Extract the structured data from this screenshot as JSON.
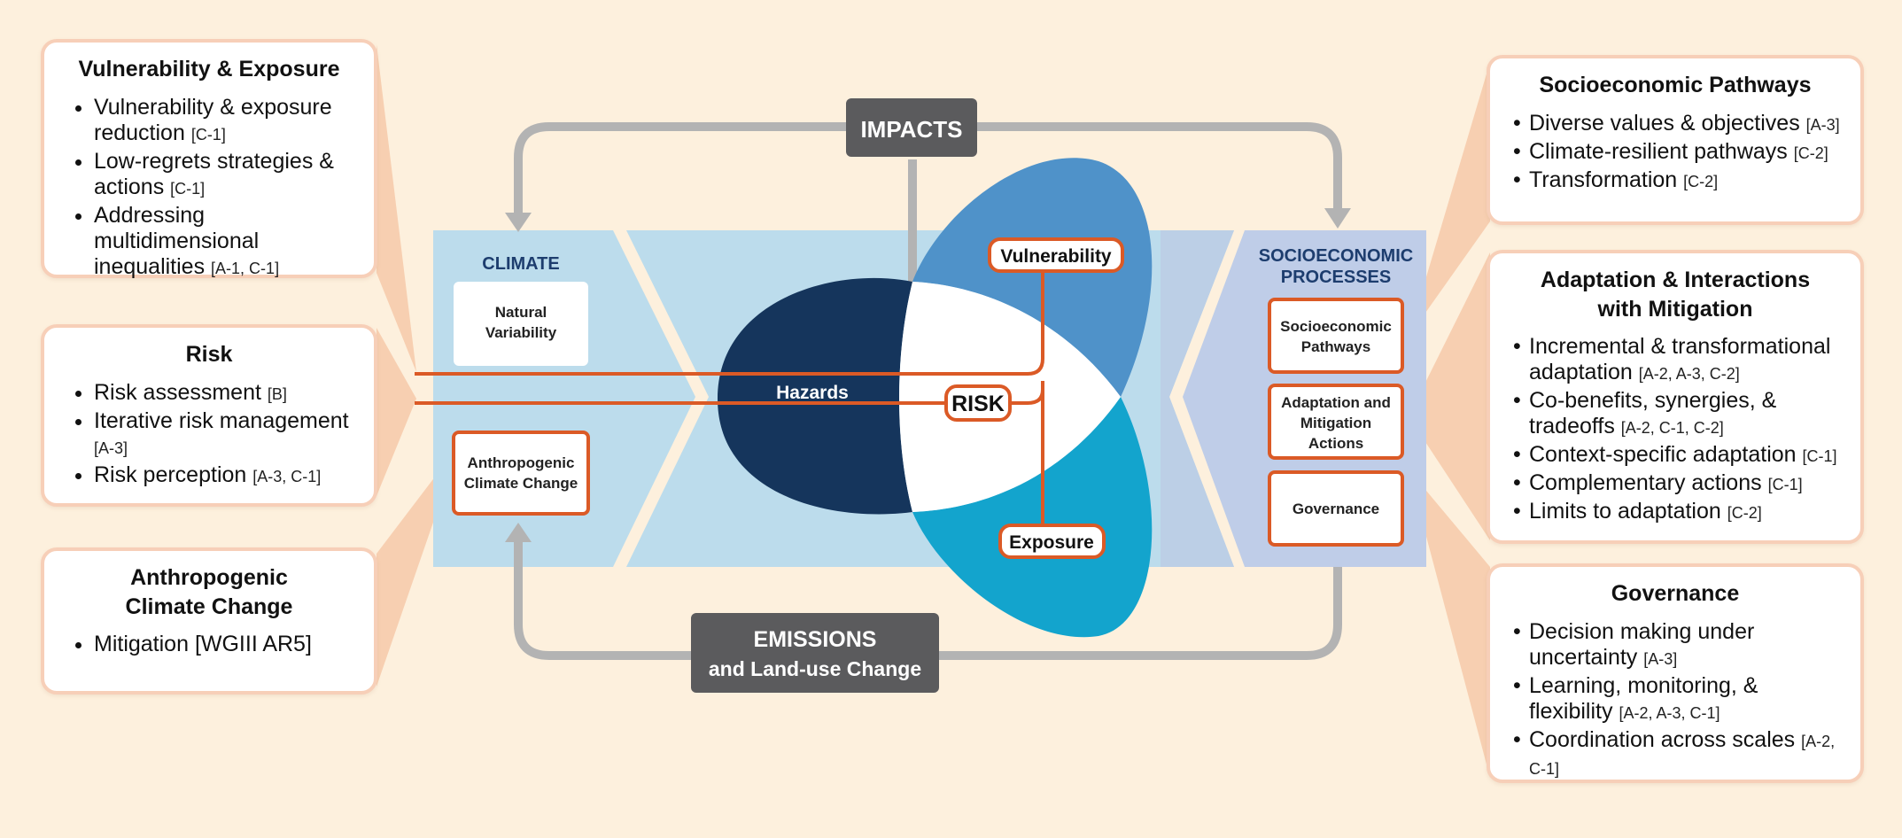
{
  "left_panels": [
    {
      "title": "Vulnerability & Exposure",
      "items": [
        {
          "text": "Vulnerability & exposure reduction",
          "ref": "[C-1]"
        },
        {
          "text": "Low-regrets strategies & actions",
          "ref": "[C-1]"
        },
        {
          "text": "Addressing multidimensional inequalities",
          "ref": "[A-1, C-1]"
        }
      ]
    },
    {
      "title": "Risk",
      "items": [
        {
          "text": "Risk assessment",
          "ref": "[B]"
        },
        {
          "text": "Iterative risk management",
          "ref": "[A-3]"
        },
        {
          "text": "Risk perception",
          "ref": "[A-3, C-1]"
        }
      ]
    },
    {
      "title": "Anthropogenic Climate Change",
      "items": [
        {
          "text": "Mitigation [WGIII AR5]",
          "ref": ""
        }
      ]
    }
  ],
  "right_panels": [
    {
      "title": "Socioeconomic Pathways",
      "items": [
        {
          "text": "Diverse values & objectives",
          "ref": "[A-3]"
        },
        {
          "text": "Climate-resilient pathways",
          "ref": "[C-2]"
        },
        {
          "text": "Transformation",
          "ref": "[C-2]"
        }
      ]
    },
    {
      "title": "Adaptation & Interactions with Mitigation",
      "items": [
        {
          "text": "Incremental & transformational adaptation",
          "ref": "[A-2, A-3, C-2]"
        },
        {
          "text": "Co-benefits, synergies, & tradeoffs",
          "ref": "[A-2, C-1, C-2]"
        },
        {
          "text": "Context-specific adaptation",
          "ref": "[C-1]"
        },
        {
          "text": "Complementary actions",
          "ref": "[C-1]"
        },
        {
          "text": "Limits to adaptation",
          "ref": "[C-2]"
        }
      ]
    },
    {
      "title": "Governance",
      "items": [
        {
          "text": "Decision making under uncertainty",
          "ref": "[A-3]"
        },
        {
          "text": "Learning, monitoring, & flexibility",
          "ref": "[A-2, A-3, C-1]"
        },
        {
          "text": "Coordination across scales",
          "ref": "[A-2, C-1]"
        }
      ]
    }
  ],
  "diagram": {
    "impacts_label": "IMPACTS",
    "emissions_label": "EMISSIONS",
    "emissions_sublabel": "and Land-use Change",
    "climate": {
      "title": "CLIMATE",
      "natural_variability": [
        "Natural",
        "Variability"
      ],
      "anthropogenic": [
        "Anthropogenic",
        "Climate Change"
      ]
    },
    "socio": {
      "title": [
        "SOCIOECONOMIC",
        "PROCESSES"
      ],
      "pathways": [
        "Socioeconomic",
        "Pathways"
      ],
      "adaptation": [
        "Adaptation and",
        "Mitigation",
        "Actions"
      ],
      "governance": [
        "Governance"
      ]
    },
    "hazards": "Hazards",
    "vulnerability": "Vulnerability",
    "exposure": "Exposure",
    "risk": "RISK"
  },
  "colors": {
    "background": "#fdf0dd",
    "climate_band": "#bcdcec",
    "socio_band": "#bfcde8",
    "hazards": "#15355c",
    "vulnerability": "#4f92c9",
    "exposure": "#13a4cd",
    "accent": "#db5a26",
    "dark_box": "#5b5b5d",
    "arrow": "#b3b3b3",
    "title_blue": "#1d3d6e",
    "highlight_fan": "#f7cfb1"
  }
}
